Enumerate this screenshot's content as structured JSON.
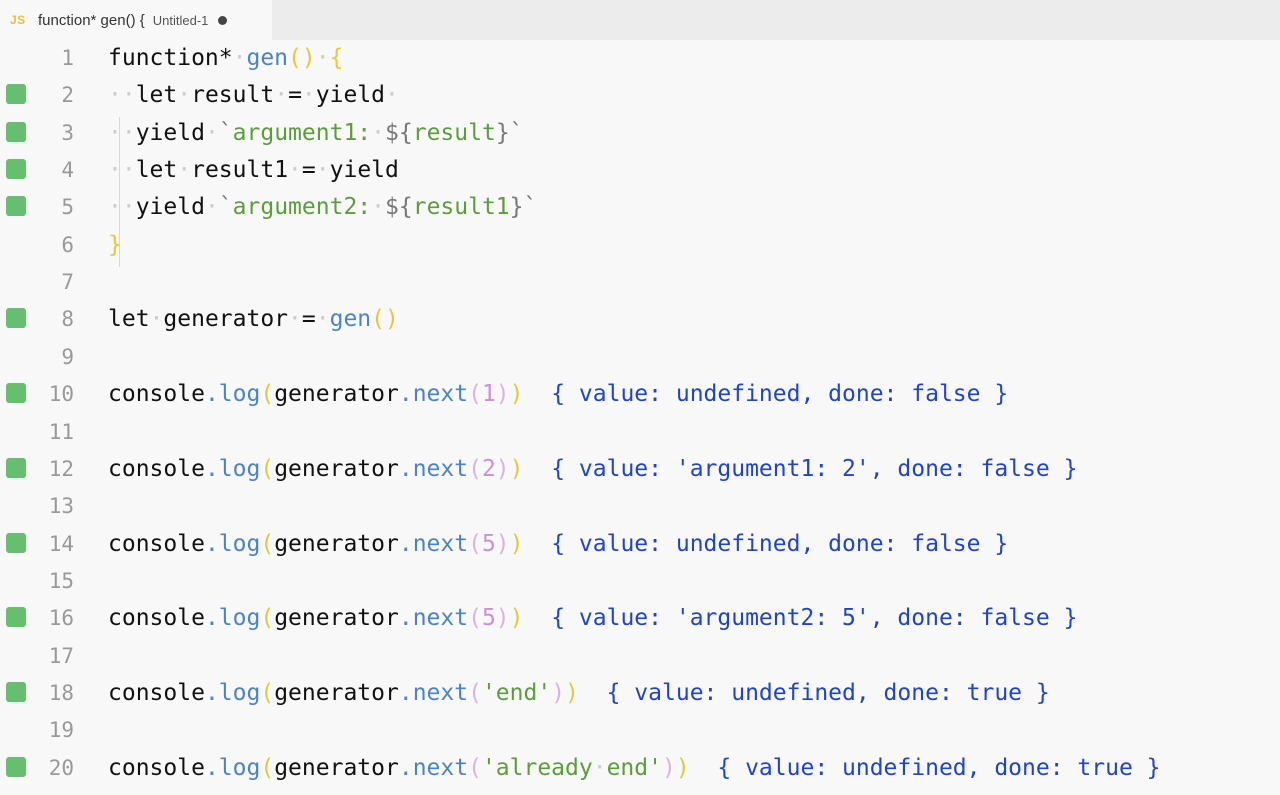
{
  "tab": {
    "icon_label": "JS",
    "title": "function* gen() {",
    "file": "Untitled-1"
  },
  "editor": {
    "lines": [
      {
        "num": "1",
        "marked": false,
        "tokens": [
          [
            "kw",
            "function*"
          ],
          [
            "ws",
            "·"
          ],
          [
            "fn",
            "gen"
          ],
          [
            "prm",
            "()"
          ],
          [
            "ws",
            "·"
          ],
          [
            "prm",
            "{"
          ]
        ]
      },
      {
        "num": "2",
        "marked": true,
        "tokens": [
          [
            "ws",
            "··"
          ],
          [
            "kw",
            "let"
          ],
          [
            "ws",
            "·"
          ],
          [
            "kw",
            "result"
          ],
          [
            "ws",
            "·"
          ],
          [
            "kw",
            "="
          ],
          [
            "ws",
            "·"
          ],
          [
            "kw",
            "yield"
          ],
          [
            "ws",
            "·"
          ]
        ]
      },
      {
        "num": "3",
        "marked": true,
        "tokens": [
          [
            "ws",
            "··"
          ],
          [
            "kw",
            "yield"
          ],
          [
            "ws",
            "·"
          ],
          [
            "tmp",
            "`"
          ],
          [
            "str",
            "argument1:"
          ],
          [
            "ws",
            "·"
          ],
          [
            "tmp",
            "${"
          ],
          [
            "str",
            "result"
          ],
          [
            "tmp",
            "}`"
          ]
        ]
      },
      {
        "num": "4",
        "marked": true,
        "tokens": [
          [
            "ws",
            "··"
          ],
          [
            "kw",
            "let"
          ],
          [
            "ws",
            "·"
          ],
          [
            "kw",
            "result1"
          ],
          [
            "ws",
            "·"
          ],
          [
            "kw",
            "="
          ],
          [
            "ws",
            "·"
          ],
          [
            "kw",
            "yield"
          ]
        ]
      },
      {
        "num": "5",
        "marked": true,
        "tokens": [
          [
            "ws",
            "··"
          ],
          [
            "kw",
            "yield"
          ],
          [
            "ws",
            "·"
          ],
          [
            "tmp",
            "`"
          ],
          [
            "str",
            "argument2:"
          ],
          [
            "ws",
            "·"
          ],
          [
            "tmp",
            "${"
          ],
          [
            "str",
            "result1"
          ],
          [
            "tmp",
            "}`"
          ]
        ]
      },
      {
        "num": "6",
        "marked": false,
        "tokens": [
          [
            "prm",
            "}"
          ]
        ]
      },
      {
        "num": "7",
        "marked": false,
        "tokens": []
      },
      {
        "num": "8",
        "marked": true,
        "tokens": [
          [
            "kw",
            "let"
          ],
          [
            "ws",
            "·"
          ],
          [
            "kw",
            "generator"
          ],
          [
            "ws",
            "·"
          ],
          [
            "kw",
            "="
          ],
          [
            "ws",
            "·"
          ],
          [
            "fn",
            "gen"
          ],
          [
            "prm",
            "()"
          ]
        ]
      },
      {
        "num": "9",
        "marked": false,
        "tokens": []
      },
      {
        "num": "10",
        "marked": true,
        "tokens": [
          [
            "kw",
            "console"
          ],
          [
            "fn",
            "."
          ],
          [
            "fn",
            "log"
          ],
          [
            "prm",
            "("
          ],
          [
            "kw",
            "generator"
          ],
          [
            "fn",
            "."
          ],
          [
            "fn",
            "next"
          ],
          [
            "br1",
            "("
          ],
          [
            "br2",
            "1"
          ],
          [
            "br1",
            ")"
          ],
          [
            "prm",
            ")"
          ],
          [
            "kw",
            "  "
          ],
          [
            "ret",
            "{ value: undefined, done: false }"
          ]
        ]
      },
      {
        "num": "11",
        "marked": false,
        "tokens": []
      },
      {
        "num": "12",
        "marked": true,
        "tokens": [
          [
            "kw",
            "console"
          ],
          [
            "fn",
            "."
          ],
          [
            "fn",
            "log"
          ],
          [
            "prm",
            "("
          ],
          [
            "kw",
            "generator"
          ],
          [
            "fn",
            "."
          ],
          [
            "fn",
            "next"
          ],
          [
            "br1",
            "("
          ],
          [
            "br2",
            "2"
          ],
          [
            "br1",
            ")"
          ],
          [
            "prm",
            ")"
          ],
          [
            "kw",
            "  "
          ],
          [
            "ret",
            "{ value: 'argument1: 2', done: false }"
          ]
        ]
      },
      {
        "num": "13",
        "marked": false,
        "tokens": []
      },
      {
        "num": "14",
        "marked": true,
        "tokens": [
          [
            "kw",
            "console"
          ],
          [
            "fn",
            "."
          ],
          [
            "fn",
            "log"
          ],
          [
            "prm",
            "("
          ],
          [
            "kw",
            "generator"
          ],
          [
            "fn",
            "."
          ],
          [
            "fn",
            "next"
          ],
          [
            "br1",
            "("
          ],
          [
            "br2",
            "5"
          ],
          [
            "br1",
            ")"
          ],
          [
            "prm",
            ")"
          ],
          [
            "kw",
            "  "
          ],
          [
            "ret",
            "{ value: undefined, done: false }"
          ]
        ]
      },
      {
        "num": "15",
        "marked": false,
        "tokens": []
      },
      {
        "num": "16",
        "marked": true,
        "tokens": [
          [
            "kw",
            "console"
          ],
          [
            "fn",
            "."
          ],
          [
            "fn",
            "log"
          ],
          [
            "prm",
            "("
          ],
          [
            "kw",
            "generator"
          ],
          [
            "fn",
            "."
          ],
          [
            "fn",
            "next"
          ],
          [
            "br1",
            "("
          ],
          [
            "br2",
            "5"
          ],
          [
            "br1",
            ")"
          ],
          [
            "prm",
            ")"
          ],
          [
            "kw",
            "  "
          ],
          [
            "ret",
            "{ value: 'argument2: 5', done: false }"
          ]
        ]
      },
      {
        "num": "17",
        "marked": false,
        "tokens": []
      },
      {
        "num": "18",
        "marked": true,
        "tokens": [
          [
            "kw",
            "console"
          ],
          [
            "fn",
            "."
          ],
          [
            "fn",
            "log"
          ],
          [
            "prm",
            "("
          ],
          [
            "kw",
            "generator"
          ],
          [
            "fn",
            "."
          ],
          [
            "fn",
            "next"
          ],
          [
            "br1",
            "("
          ],
          [
            "str",
            "'end'"
          ],
          [
            "br1",
            ")"
          ],
          [
            "prm",
            ")"
          ],
          [
            "kw",
            "  "
          ],
          [
            "ret",
            "{ value: undefined, done: true }"
          ]
        ]
      },
      {
        "num": "19",
        "marked": false,
        "tokens": []
      },
      {
        "num": "20",
        "marked": true,
        "tokens": [
          [
            "kw",
            "console"
          ],
          [
            "fn",
            "."
          ],
          [
            "fn",
            "log"
          ],
          [
            "prm",
            "("
          ],
          [
            "kw",
            "generator"
          ],
          [
            "fn",
            "."
          ],
          [
            "fn",
            "next"
          ],
          [
            "br1",
            "("
          ],
          [
            "str",
            "'already"
          ],
          [
            "ws",
            "·"
          ],
          [
            "str",
            "end'"
          ],
          [
            "br1",
            ")"
          ],
          [
            "prm",
            ")"
          ],
          [
            "kw",
            "  "
          ],
          [
            "ret",
            "{ value: undefined, done: true }"
          ]
        ]
      }
    ]
  },
  "colors": {
    "gutter_marker": "#66bf6e",
    "result_text": "#1f44c9",
    "function_name": "#4b83c8",
    "bracket": "#e8c73a",
    "string": "#5a9e3c"
  }
}
